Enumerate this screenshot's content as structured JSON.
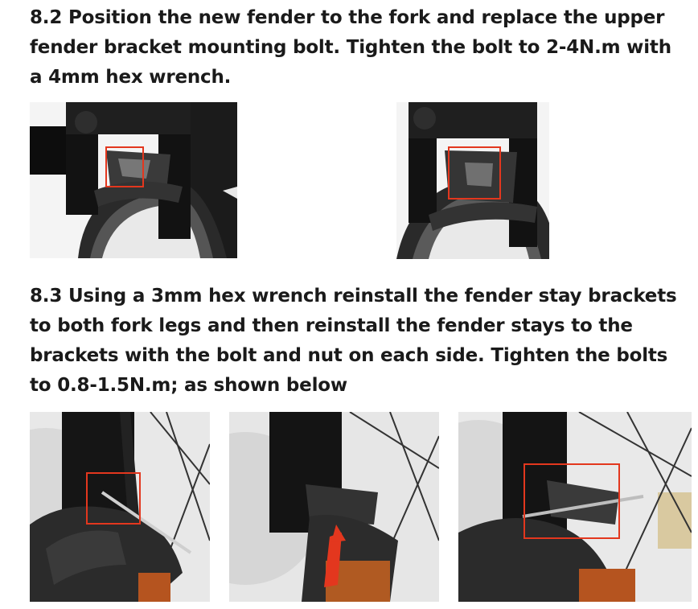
{
  "section_8_2": {
    "text": "8.2 Position the new fender to the fork and replace the upper fender bracket mounting bolt. Tighten the bolt to 2-4N.m with a 4mm hex wrench."
  },
  "section_8_3": {
    "text": "8.3 Using a 3mm hex wrench reinstall the fender stay brackets to both fork legs and then reinstall the fender stays to the brackets with the bolt and nut on each side. Tighten the bolts to 0.8-1.5N.m; as shown below"
  },
  "colors": {
    "highlight": "#e3371e",
    "text": "#1a1a1a"
  },
  "icons": [
    "fork-fender-photo",
    "fender-bracket-photo",
    "fender-stay-photo",
    "highlight-box",
    "arrow-icon"
  ]
}
